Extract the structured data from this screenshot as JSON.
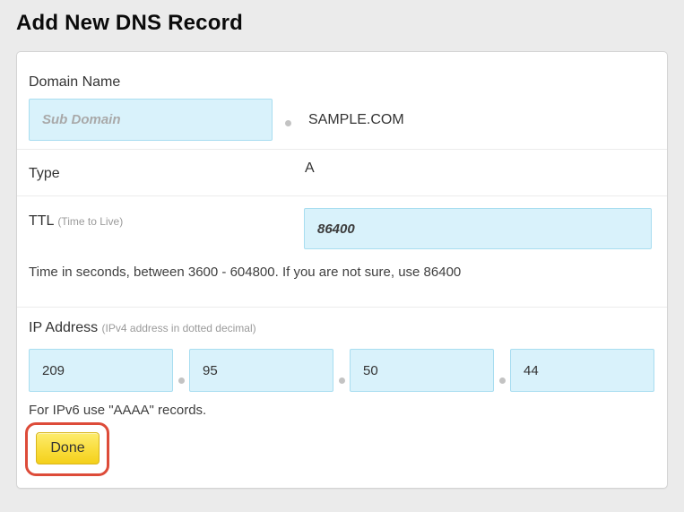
{
  "page": {
    "title": "Add New DNS Record"
  },
  "form": {
    "domain": {
      "label": "Domain Name",
      "subdomain_placeholder": "Sub Domain",
      "separator_dot": "dot",
      "apex_value": "SAMPLE.COM"
    },
    "type": {
      "label": "Type",
      "value": "A"
    },
    "ttl": {
      "label": "TTL",
      "label_hint": "(Time to Live)",
      "value": "86400",
      "help": "Time in seconds, between 3600 - 604800. If you are not sure, use 86400"
    },
    "ip": {
      "label": "IP Address",
      "label_hint": "(IPv4 address in dotted decimal)",
      "octets": [
        "209",
        "95",
        "50",
        "44"
      ],
      "note": "For IPv6 use \"AAAA\" records."
    },
    "done_label": "Done"
  },
  "colors": {
    "page_bg": "#ebebeb",
    "panel_bg": "#ffffff",
    "input_bg": "#d9f2fb",
    "input_border": "#a8ddf0",
    "button_gradient_top": "#fdec6e",
    "button_gradient_bottom": "#f4d01b",
    "button_border": "#d9b61b",
    "highlight_annotation": "#dd4b39"
  }
}
